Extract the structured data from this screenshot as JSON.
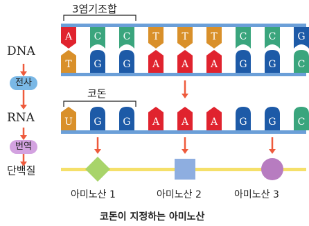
{
  "labels": {
    "dna": "DNA",
    "transcription": "전사",
    "rna": "RNA",
    "translation": "번역",
    "protein": "단백질",
    "triplet": "3염기조합",
    "codon": "코돈",
    "caption": "코돈이 지정하는 아미노산"
  },
  "dna_top": [
    "A",
    "C",
    "C",
    "T",
    "T",
    "T",
    "C",
    "C",
    "G"
  ],
  "dna_bottom": [
    "T",
    "G",
    "G",
    "A",
    "A",
    "A",
    "G",
    "G",
    "C"
  ],
  "rna": [
    "U",
    "G",
    "G",
    "A",
    "A",
    "A",
    "G",
    "G",
    "C"
  ],
  "amino_acids": [
    {
      "label": "아미노산 1",
      "shape": "diamond",
      "color": "#a8d46a"
    },
    {
      "label": "아미노산 2",
      "shape": "square",
      "color": "#8eaee0"
    },
    {
      "label": "아미노산 3",
      "shape": "circle",
      "color": "#b77cc0"
    }
  ],
  "colors": {
    "A": "#e0232e",
    "C": "#3aa57d",
    "G": "#1d5aa7",
    "T": "#d9902a",
    "U": "#d9902a",
    "backbone": "#6b9fd8",
    "protein_line": "#f5e06a",
    "arrow": "#ee5a3c",
    "transcription_pill": "#7ab8e6",
    "translation_pill": "#d3a2e0"
  }
}
